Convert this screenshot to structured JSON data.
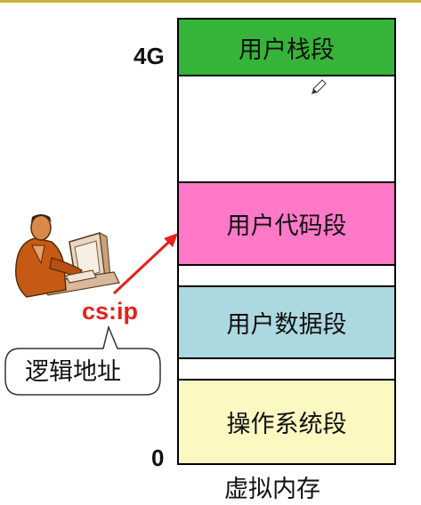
{
  "segments": [
    {
      "label": "用户栈段",
      "color": "#36b43a"
    },
    {
      "label": "",
      "color": "#ffffff"
    },
    {
      "label": "用户代码段",
      "color": "#ff79c8"
    },
    {
      "label": "",
      "color": "#ffffff"
    },
    {
      "label": "用户数据段",
      "color": "#acd8e0"
    },
    {
      "label": "",
      "color": "#ffffff"
    },
    {
      "label": "操作系统段",
      "color": "#fbf8c2"
    }
  ],
  "top_address": "4G",
  "bottom_address": "0",
  "caption": "虚拟内存",
  "pointer_label": "cs:ip",
  "bubble_text": "逻辑地址",
  "colors": {
    "arrow": "#e8201a",
    "rule": "#c9b23a"
  }
}
